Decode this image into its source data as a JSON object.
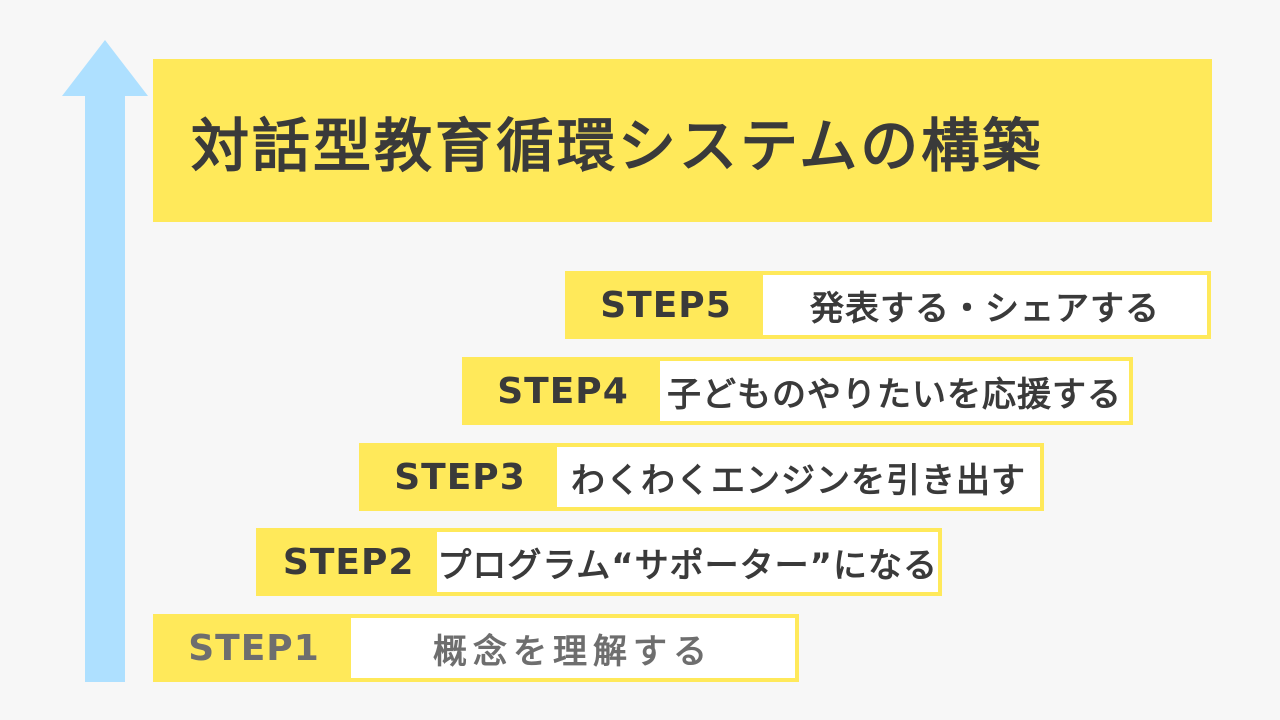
{
  "title": "対話型教育循環システムの構築",
  "colors": {
    "background": "#f7f7f7",
    "accent_yellow": "#ffe95a",
    "arrow_blue": "#aee0ff",
    "text_dark": "#3a3a3a",
    "text_muted": "#6e6e6e",
    "panel_white": "#ffffff"
  },
  "icons": {
    "arrow": "up-arrow-icon"
  },
  "steps": [
    {
      "label": "STEP1",
      "text": "概念を理解する"
    },
    {
      "label": "STEP2",
      "text": "プログラム“サポーター”になる"
    },
    {
      "label": "STEP3",
      "text": "わくわくエンジンを引き出す"
    },
    {
      "label": "STEP4",
      "text": "子どものやりたいを応援する"
    },
    {
      "label": "STEP5",
      "text": "発表する・シェアする"
    }
  ]
}
